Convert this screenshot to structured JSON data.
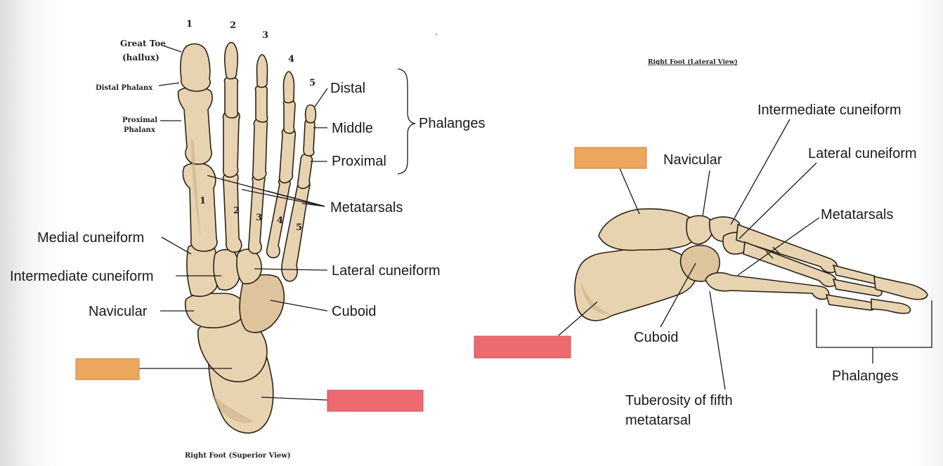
{
  "superior_view": {
    "title": "Right Foot (Superior View)",
    "toe_numbers": [
      "1",
      "2",
      "3",
      "4",
      "5"
    ],
    "metatarsal_numbers": [
      "1",
      "2",
      "3",
      "4",
      "5"
    ],
    "great_toe": "Great Toe",
    "hallux": "(hallux)",
    "distal_phalanx": "Distal Phalanx",
    "proximal_phalanx_line1": "Proximal",
    "proximal_phalanx_line2": "Phalanx",
    "distal": "Distal",
    "middle": "Middle",
    "proximal": "Proximal",
    "phalanges": "Phalanges",
    "metatarsals": "Metatarsals",
    "medial_cuneiform": "Medial cuneiform",
    "intermediate_cuneiform": "Intermediate cuneiform",
    "lateral_cuneiform": "Lateral cuneiform",
    "navicular": "Navicular",
    "cuboid": "Cuboid"
  },
  "lateral_view": {
    "title": "Right Foot (Lateral View)",
    "intermediate_cuneiform": "Intermediate cuneiform",
    "lateral_cuneiform": "Lateral cuneiform",
    "navicular": "Navicular",
    "metatarsals": "Metatarsals",
    "cuboid": "Cuboid",
    "phalanges": "Phalanges",
    "tuberosity_line1": "Tuberosity of fifth",
    "tuberosity_line2": "metatarsal"
  },
  "colors": {
    "orange_box": "#eda65c",
    "red_box": "#ec6a70",
    "bone": "#e8d3b0"
  }
}
